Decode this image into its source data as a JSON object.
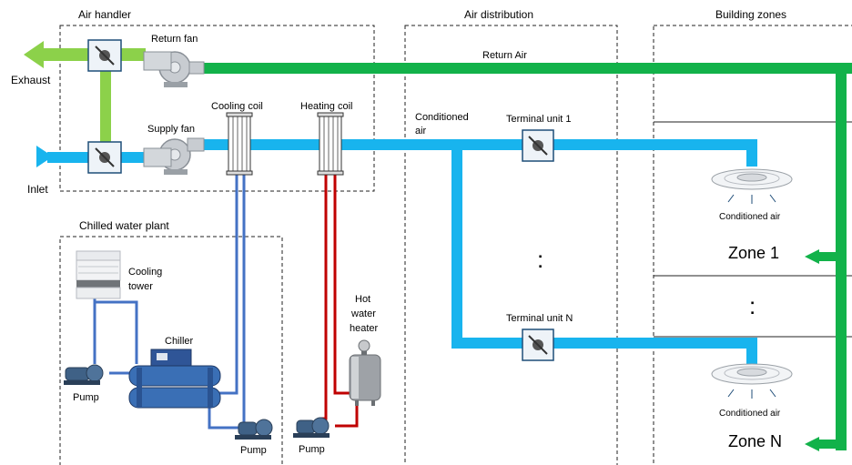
{
  "sections": {
    "air_handler": "Air handler",
    "air_distribution": "Air distribution",
    "building_zones": "Building zones",
    "chilled_water_plant": "Chilled water plant"
  },
  "labels": {
    "exhaust": "Exhaust",
    "inlet": "Inlet",
    "return_fan": "Return fan",
    "supply_fan": "Supply fan",
    "cooling_coil": "Cooling coil",
    "heating_coil": "Heating coil",
    "return_air": "Return Air",
    "conditioned_air_line1": "Conditioned",
    "conditioned_air_line2": "air",
    "terminal_unit_1": "Terminal unit 1",
    "terminal_unit_n": "Terminal unit N",
    "conditioned_air_zone1": "Conditioned air",
    "conditioned_air_zonen": "Conditioned air",
    "zone_1": "Zone 1",
    "zone_n": "Zone N",
    "cooling_tower_line1": "Cooling",
    "cooling_tower_line2": "tower",
    "chiller": "Chiller",
    "pump_1": "Pump",
    "pump_2": "Pump",
    "pump_3": "Pump",
    "hot_water_heater_line1": "Hot",
    "hot_water_heater_line2": "water",
    "hot_water_heater_line3": "heater",
    "ellipsis_distribution": ":",
    "ellipsis_zones": ":"
  },
  "colors": {
    "return_green": "#12b24a",
    "exhaust_green": "#8cd14a",
    "supply_blue": "#18b4ee",
    "chilled_water": "#4472c4",
    "hot_water": "#c00000"
  }
}
